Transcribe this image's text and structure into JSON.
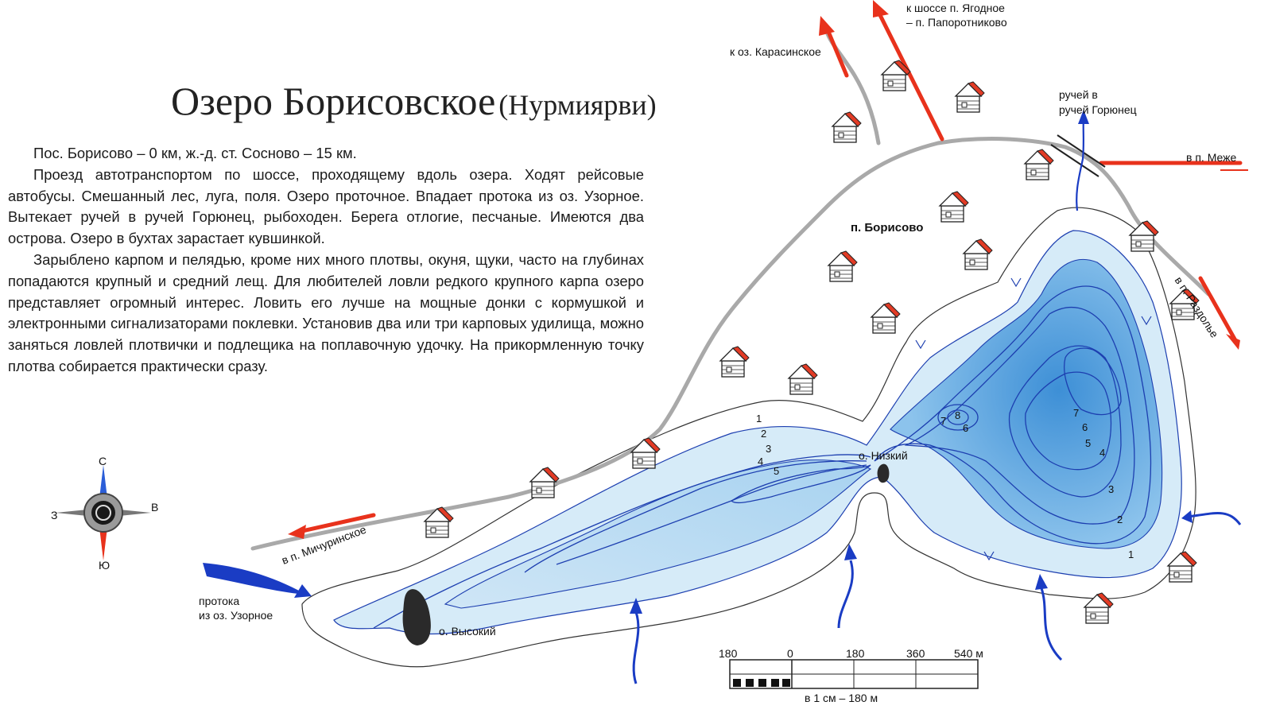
{
  "title": {
    "main": "Озеро Борисовское",
    "sub": "(Нурмиярви)"
  },
  "description": [
    "Пос. Борисово – 0 км, ж.-д. ст. Сосново – 15 км.",
    "Проезд автотранспортом по шоссе, проходящему вдоль озера. Ходят рейсовые автобусы. Смешанный лес, луга, поля. Озеро проточное. Впадает протока из оз. Узорное. Вытекает ручей в ручей Горюнец, рыбоходен. Берега отлогие, песчаные. Имеются два острова. Озеро в бухтах зарастает кувшинкой.",
    "Зарыблено карпом и пелядью, кроме них много плотвы, окуня, щуки, часто на глубинах попадаются крупный и средний лещ. Для любителей ловли редкого крупного карпа озеро представляет огромный интерес. Ловить его лучше на мощные донки с кормушкой и электронными сигнализаторами поклевки. Установив два или три карповых удилища, можно заняться ловлей плотвички и подлещика на поплавочную удочку. На прикормленную точку плотва собирается практически сразу."
  ],
  "labels": {
    "karasinskoe": "к оз. Карасинское",
    "yagodnoe_1": "к шоссе п. Ягодное",
    "yagodnoe_2": "– п. Папоротниково",
    "stream_1": "ручей в",
    "stream_2": "ручей Горюнец",
    "mezhe": "в п. Меже",
    "razdolye": "в п. Раздолье",
    "borisovo": "п. Борисово",
    "michurinskoe": "в п. Мичуринское",
    "inflow_1": "протока",
    "inflow_2": "из оз. Узорное",
    "island_vysokiy": "о. Высокий",
    "island_nizkiy": "о. Низкий"
  },
  "depth_labels": [
    "1",
    "2",
    "3",
    "4",
    "5",
    "7",
    "8",
    "6",
    "7",
    "6",
    "5",
    "4",
    "3",
    "2",
    "1"
  ],
  "compass": {
    "north": "С",
    "south": "Ю",
    "west": "З",
    "east": "В"
  },
  "scale": {
    "ticks": [
      "180",
      "0",
      "180",
      "360",
      "540 м"
    ],
    "caption": "в 1 см – 180 м"
  },
  "colors": {
    "road": "#a9a9a9",
    "route_arrow": "#e8321c",
    "water_light": "#d6ebf8",
    "water_deep": "#3d8fd6",
    "contour": "#1d3fb0",
    "inflow_arrow": "#1a3cc4",
    "house_roof": "#e23b25"
  },
  "icons": [
    "house-icon",
    "compass-rose-icon",
    "route-arrow-icon",
    "inflow-arrow-icon"
  ]
}
